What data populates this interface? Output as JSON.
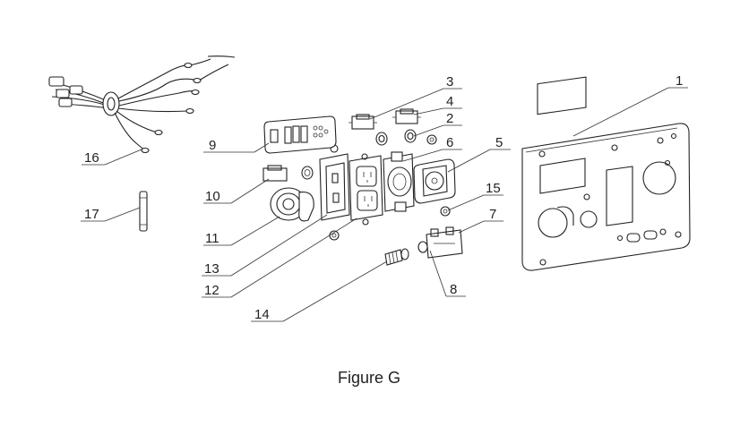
{
  "figure": {
    "caption": "Figure G",
    "callouts": {
      "c1": "1",
      "c2": "2",
      "c3": "3",
      "c4": "4",
      "c5": "5",
      "c6": "6",
      "c7": "7",
      "c8": "8",
      "c9": "9",
      "c10": "10",
      "c11": "11",
      "c12": "12",
      "c13": "13",
      "c14": "14",
      "c15": "15",
      "c16": "16",
      "c17": "17"
    }
  }
}
